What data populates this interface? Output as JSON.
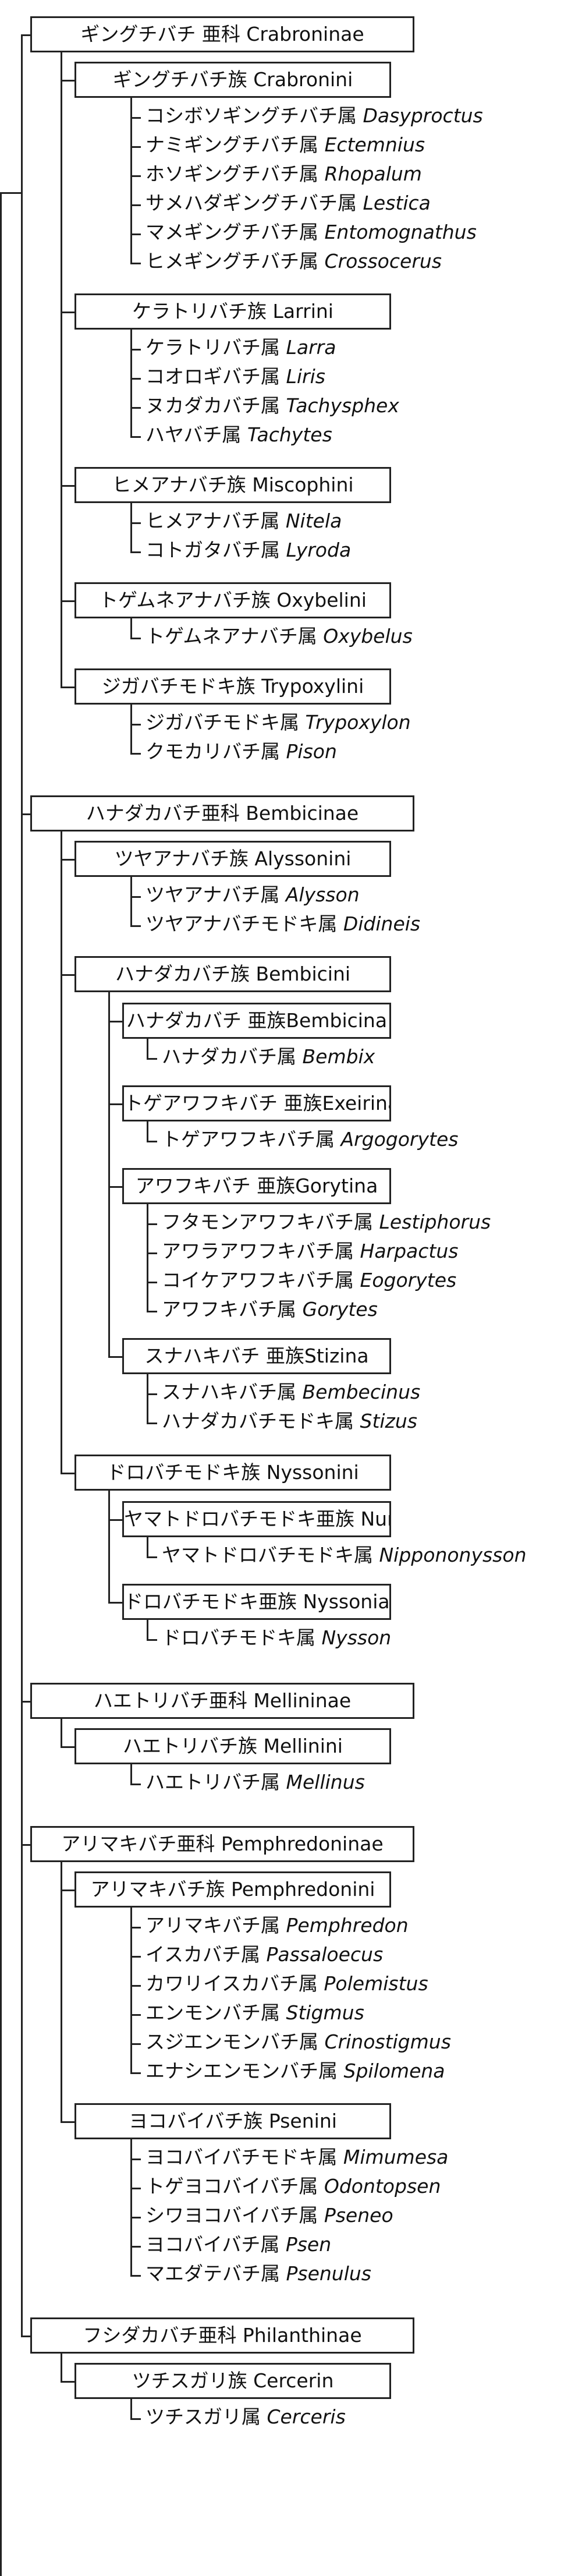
{
  "subfamilies": [
    {
      "name": "ギングチバチ 亜科 Crabroninae",
      "tribes": [
        {
          "name": "ギングチバチ族 Crabronini",
          "genera": [
            {
              "jp": "コシボソギングチバチ属",
              "sci": "Dasyproctus"
            },
            {
              "jp": "ナミギングチバチ属",
              "sci": "Ectemnius"
            },
            {
              "jp": "ホソギングチバチ属",
              "sci": "Rhopalum"
            },
            {
              "jp": "サメハダギングチバチ属",
              "sci": "Lestica"
            },
            {
              "jp": "マメギングチバチ属",
              "sci": "Entomognathus"
            },
            {
              "jp": "ヒメギングチバチ属",
              "sci": "Crossocerus"
            }
          ]
        },
        {
          "name": "ケラトリバチ族 Larrini",
          "genera": [
            {
              "jp": "ケラトリバチ属",
              "sci": "Larra"
            },
            {
              "jp": "コオロギバチ属",
              "sci": "Liris"
            },
            {
              "jp": "ヌカダカバチ属",
              "sci": "Tachysphex"
            },
            {
              "jp": "ハヤバチ属",
              "sci": "Tachytes"
            }
          ]
        },
        {
          "name": "ヒメアナバチ族 Miscophini",
          "genera": [
            {
              "jp": "ヒメアナバチ属",
              "sci": "Nitela"
            },
            {
              "jp": "コトガタバチ属",
              "sci": "Lyroda"
            }
          ]
        },
        {
          "name": "トゲムネアナバチ族 Oxybelini",
          "genera": [
            {
              "jp": "トゲムネアナバチ属",
              "sci": "Oxybelus"
            }
          ]
        },
        {
          "name": "ジガバチモドキ族 Trypoxylini",
          "genera": [
            {
              "jp": "ジガバチモドキ属",
              "sci": "Trypoxylon"
            },
            {
              "jp": "クモカリバチ属",
              "sci": "Pison"
            }
          ]
        }
      ]
    },
    {
      "name": "ハナダカバチ亜科 Bembicinae",
      "tribes": [
        {
          "name": "ツヤアナバチ族 Alyssonini",
          "genera": [
            {
              "jp": "ツヤアナバチ属",
              "sci": "Alysson"
            },
            {
              "jp": "ツヤアナバチモドキ属",
              "sci": "Didineis"
            }
          ]
        },
        {
          "name": "ハナダカバチ族 Bembicini",
          "subtribes": [
            {
              "name": "ハナダカバチ 亜族Bembicina",
              "genera": [
                {
                  "jp": "ハナダカバチ属",
                  "sci": "Bembix"
                }
              ]
            },
            {
              "name": "トゲアワフキバチ 亜族Exeirina",
              "genera": [
                {
                  "jp": "トゲアワフキバチ属",
                  "sci": "Argogorytes"
                }
              ]
            },
            {
              "name": "アワフキバチ 亜族Gorytina",
              "genera": [
                {
                  "jp": "フタモンアワフキバチ属",
                  "sci": "Lestiphorus"
                },
                {
                  "jp": "アワラアワフキバチ属",
                  "sci": "Harpactus"
                },
                {
                  "jp": "コイケアワフキバチ属",
                  "sci": "Eogorytes"
                },
                {
                  "jp": "アワフキバチ属",
                  "sci": "Gorytes"
                }
              ]
            },
            {
              "name": "スナハキバチ 亜族Stizina",
              "genera": [
                {
                  "jp": "スナハキバチ属",
                  "sci": "Bembecinus"
                },
                {
                  "jp": "ハナダカバチモドキ属",
                  "sci": "Stizus"
                }
              ]
            }
          ]
        },
        {
          "name": "ドロバチモドキ族 Nyssonini",
          "subtribes": [
            {
              "name": "ヤマトドロバチモドキ亜族 Nurseina",
              "genera": [
                {
                  "jp": "ヤマトドロバチモドキ属",
                  "sci": "Nippononysson"
                }
              ]
            },
            {
              "name": "ドロバチモドキ亜族 Nyssonia",
              "genera": [
                {
                  "jp": "ドロバチモドキ属",
                  "sci": "Nysson"
                }
              ]
            }
          ]
        }
      ]
    },
    {
      "name": "ハエトリバチ亜科 Mellininae",
      "tribes": [
        {
          "name": "ハエトリバチ族 Mellinini",
          "genera": [
            {
              "jp": "ハエトリバチ属",
              "sci": "Mellinus"
            }
          ]
        }
      ]
    },
    {
      "name": "アリマキバチ亜科 Pemphredoninae",
      "tribes": [
        {
          "name": "アリマキバチ族 Pemphredonini",
          "genera": [
            {
              "jp": "アリマキバチ属",
              "sci": "Pemphredon"
            },
            {
              "jp": "イスカバチ属",
              "sci": "Passaloecus"
            },
            {
              "jp": "カワリイスカバチ属",
              "sci": "Polemistus"
            },
            {
              "jp": "エンモンバチ属",
              "sci": "Stigmus"
            },
            {
              "jp": "スジエンモンバチ属",
              "sci": "Crinostigmus"
            },
            {
              "jp": "エナシエンモンバチ属",
              "sci": "Spilomena"
            }
          ]
        },
        {
          "name": "ヨコバイバチ族 Psenini",
          "genera": [
            {
              "jp": "ヨコバイバチモドキ属",
              "sci": "Mimumesa"
            },
            {
              "jp": "トゲヨコバイバチ属",
              "sci": "Odontopsen"
            },
            {
              "jp": "シワヨコバイバチ属",
              "sci": "Pseneo"
            },
            {
              "jp": "ヨコバイバチ属",
              "sci": "Psen"
            },
            {
              "jp": "マエダテバチ属",
              "sci": "Psenulus"
            }
          ]
        }
      ]
    },
    {
      "name": "フシダカバチ亜科 Philanthinae",
      "tribes": [
        {
          "name": "ツチスガリ族 Cercerin",
          "genera": [
            {
              "jp": "ツチスガリ属",
              "sci": "Cerceris"
            }
          ]
        }
      ]
    }
  ]
}
